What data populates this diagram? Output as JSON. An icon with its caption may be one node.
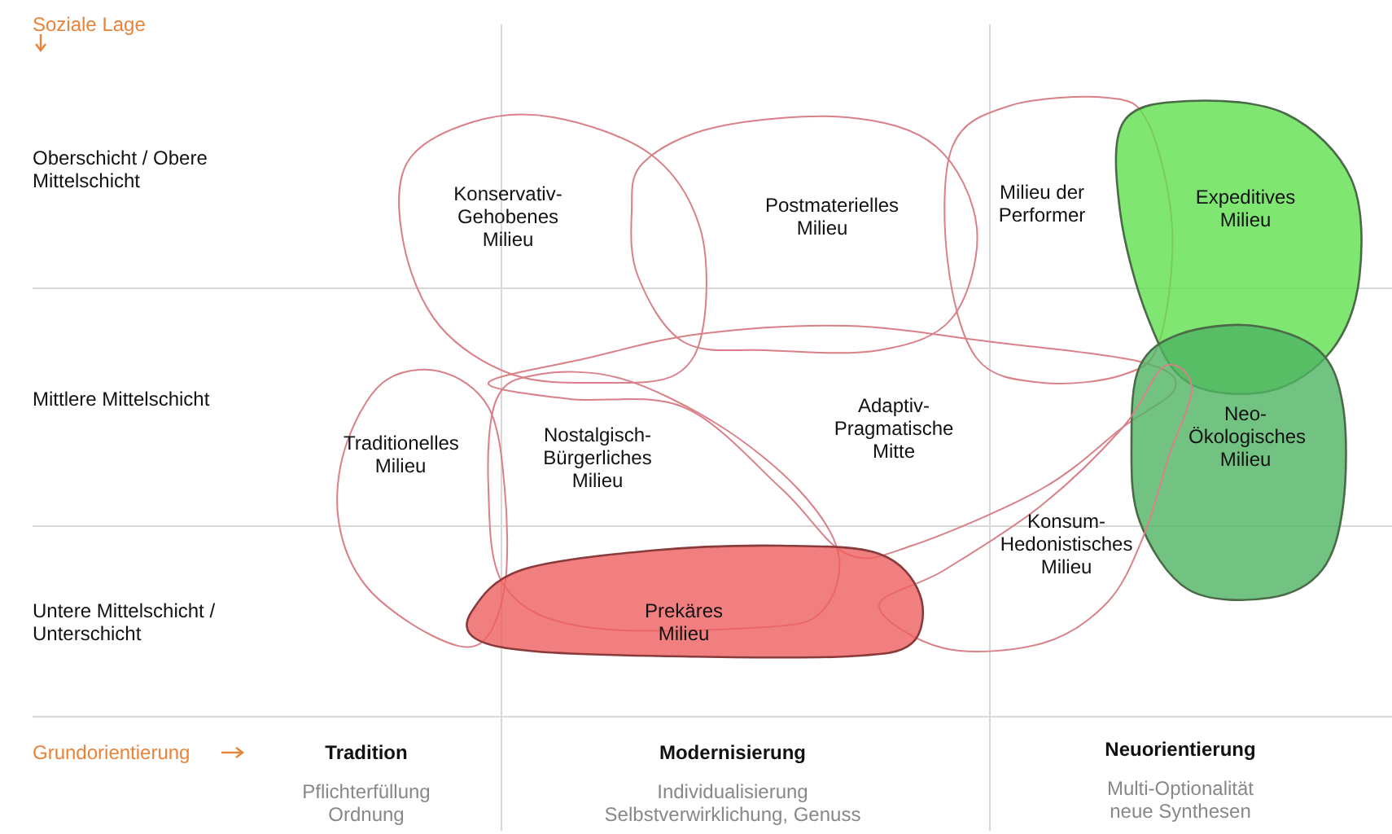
{
  "diagram": {
    "nodes": [
      {
        "text": [
          "Konservativ-Gehobenes Milieu"
        ]
      },
      {
        "text": [
          "Postmaterielles Milieu"
        ]
      },
      {
        "text": [
          "Milieu der Performer"
        ]
      },
      {
        "text": [
          "Expeditives Milieu"
        ]
      },
      {
        "text": [
          "Adaptiv-Pragmatische Mitte"
        ]
      },
      {
        "text": [
          "Traditionelles Milieu"
        ]
      },
      {
        "text": [
          "Nostalgisch-Bürgerliches Milieu"
        ]
      },
      {
        "text": [
          "Neo-Ökologisches Milieu"
        ]
      },
      {
        "text": [
          "Konsum-Hedonistisches Milieu"
        ]
      },
      {
        "text": [
          "Prekäres Milieu"
        ]
      }
    ],
    "edges": [],
    "labels": [
      "Soziale Lage",
      "Oberschicht / Obere Mittelschicht",
      "Mittlere Mittelschicht",
      "Untere Mittelschicht / Unterschicht",
      "Grundorientierung",
      "Tradition",
      "Modernisierung",
      "Neuorientierung",
      "Pflichterfüllung",
      "Individualisierung",
      "Multi-Optionalität",
      "Ordnung",
      "Selbstverwirklichung, Genuss",
      "neue Synthesen"
    ]
  }
}
